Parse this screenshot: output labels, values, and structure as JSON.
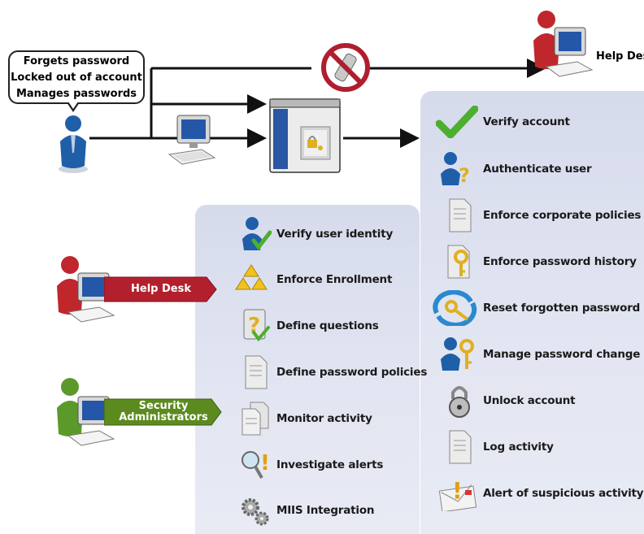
{
  "user_bubble": {
    "lines": [
      "Forgets password",
      "Locked out of account",
      "Manages passwords"
    ]
  },
  "help_desk_top": "Help Desk",
  "roles": {
    "help_desk": "Help Desk",
    "security_admins_line1": "Security",
    "security_admins_line2": "Administrators"
  },
  "admin_features": [
    {
      "label": "Verify user identity",
      "icon": "user-check-icon"
    },
    {
      "label": "Enforce Enrollment",
      "icon": "triangle-warning-icon"
    },
    {
      "label": "Define questions",
      "icon": "question-check-icon"
    },
    {
      "label": "Define password policies",
      "icon": "document-icon"
    },
    {
      "label": "Monitor activity",
      "icon": "documents-icon"
    },
    {
      "label": "Investigate alerts",
      "icon": "magnifier-alert-icon"
    },
    {
      "label": "MIIS Integration",
      "icon": "gears-icon"
    }
  ],
  "self_service_features": [
    {
      "label": "Verify account",
      "icon": "checkmark-icon"
    },
    {
      "label": "Authenticate user",
      "icon": "user-question-icon"
    },
    {
      "label": "Enforce corporate policies",
      "icon": "document-icon"
    },
    {
      "label": "Enforce password history",
      "icon": "document-key-icon"
    },
    {
      "label": "Reset forgotten password",
      "icon": "keys-refresh-icon"
    },
    {
      "label": "Manage password change",
      "icon": "user-key-icon"
    },
    {
      "label": "Unlock account",
      "icon": "padlock-icon"
    },
    {
      "label": "Log activity",
      "icon": "document-icon"
    },
    {
      "label": "Alert of suspicious activity",
      "icon": "envelope-alert-icon"
    }
  ],
  "colors": {
    "panel": "#dde1ef",
    "help_desk_tag": "#b3202d",
    "security_tag": "#5c8a1f",
    "user_blue": "#1f5fa8",
    "helpdesk_red": "#c0272d",
    "security_green": "#5b9a2a",
    "check_green": "#4caf2f",
    "key_gold": "#e0b020"
  }
}
